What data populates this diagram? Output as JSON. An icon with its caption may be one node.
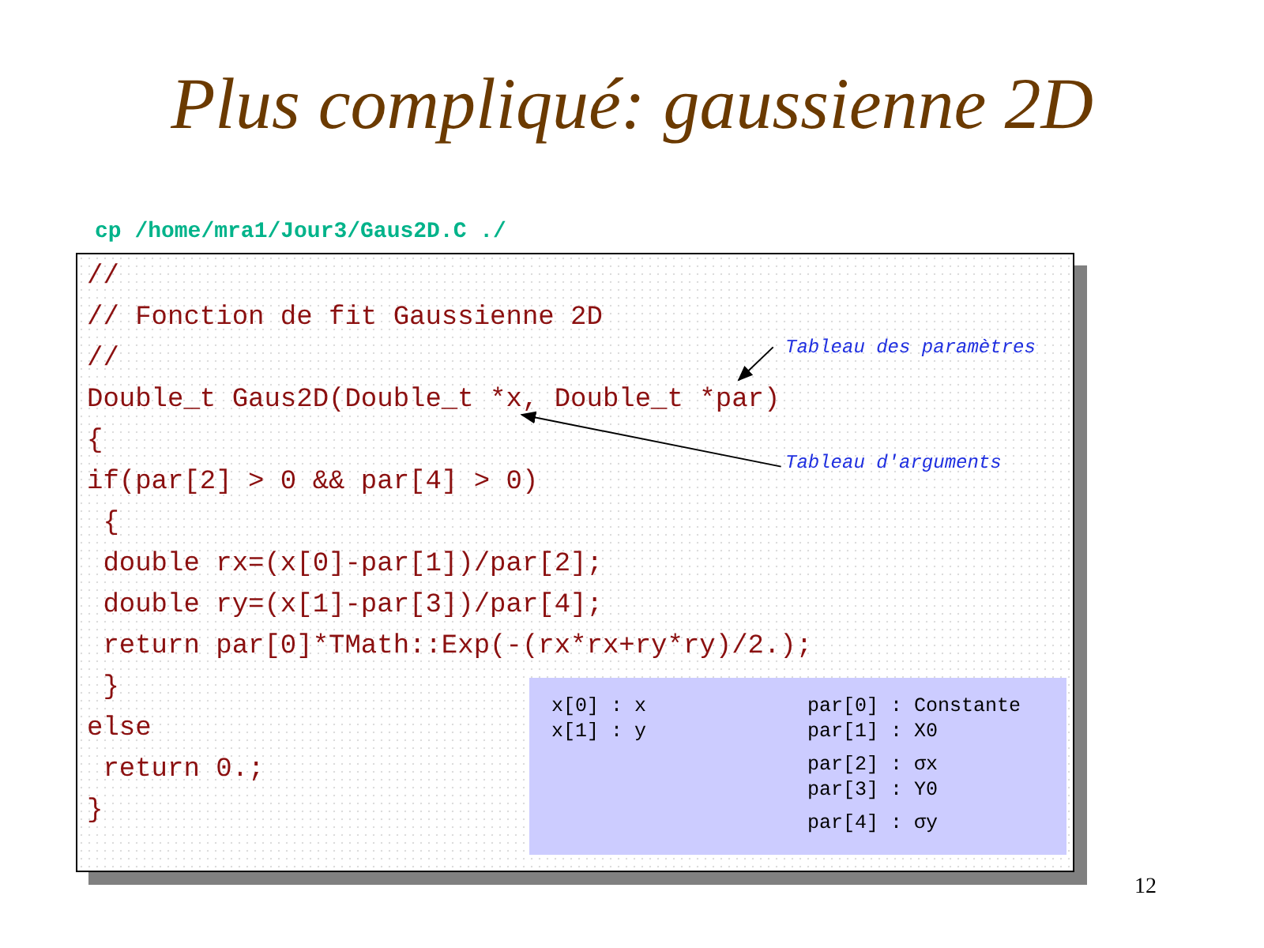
{
  "diagram": {
    "title": "Plus compliqué: gaussienne 2D",
    "nodes": [
      {
        "text": [
          "//",
          "// Fonction de fit Gaussienne 2D",
          "//",
          "Double_t Gaus2D(Double_t *x, Double_t *par)",
          "{",
          "if(par[2] > 0 && par[4] > 0)",
          " {",
          " double rx=(x[0]-par[1])/par[2];",
          " double ry=(x[1]-par[3])/par[4];",
          " return par[0]*TMath::Exp(-(rx*rx+ry*ry)/2.);",
          " }",
          "else",
          " return 0.;",
          "}"
        ]
      },
      {
        "text": [
          "Tableau des paramètres"
        ],
        "in": 0
      },
      {
        "text": [
          "Tableau d'arguments"
        ],
        "in": 0
      },
      {
        "text": [
          "x[0] : x",
          "x[1] : y",
          "par[0] : Constante",
          "par[1] : X0",
          "par[2] : σx",
          "par[3] : Y0",
          "par[4] : σy"
        ],
        "in": 0
      }
    ],
    "edges": [
      {
        "from": 1,
        "to": null,
        "arrow": "to"
      },
      {
        "from": 2,
        "to": null,
        "arrow": "to"
      }
    ],
    "labels": [
      "cp /home/mra1/Jour3/Gaus2D.C ./",
      "12"
    ]
  }
}
